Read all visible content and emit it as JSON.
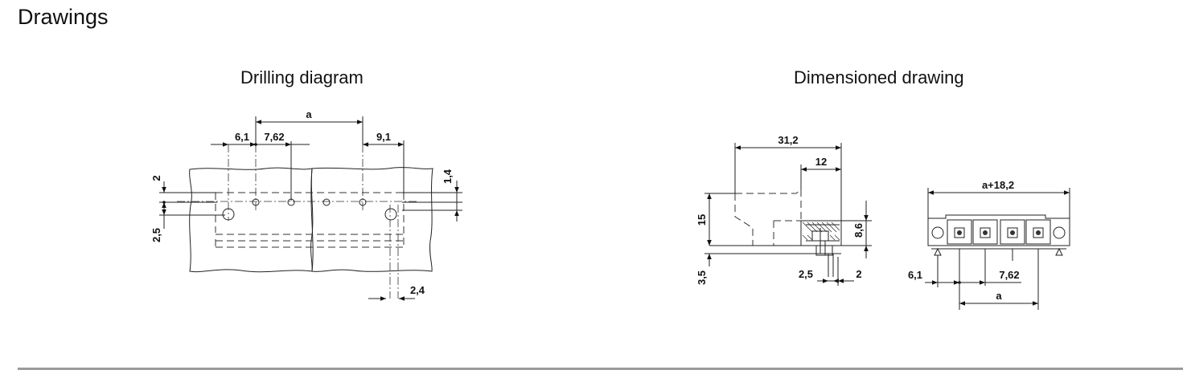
{
  "section": {
    "title": "Drawings"
  },
  "drilling": {
    "caption": "Drilling diagram",
    "labels": {
      "a": "a",
      "d61": "6,1",
      "d762": "7,62",
      "d91": "9,1",
      "d2": "2",
      "d25": "2,5",
      "d14": "1,4",
      "d24": "2,4"
    }
  },
  "dimensioned": {
    "caption": "Dimensioned drawing",
    "labels": {
      "d312": "31,2",
      "d12": "12",
      "d15": "15",
      "d86": "8,6",
      "d35": "3,5",
      "d25": "2,5",
      "d2": "2",
      "a182": "a+18,2",
      "d61": "6,1",
      "d762": "7,62",
      "a": "a"
    }
  }
}
